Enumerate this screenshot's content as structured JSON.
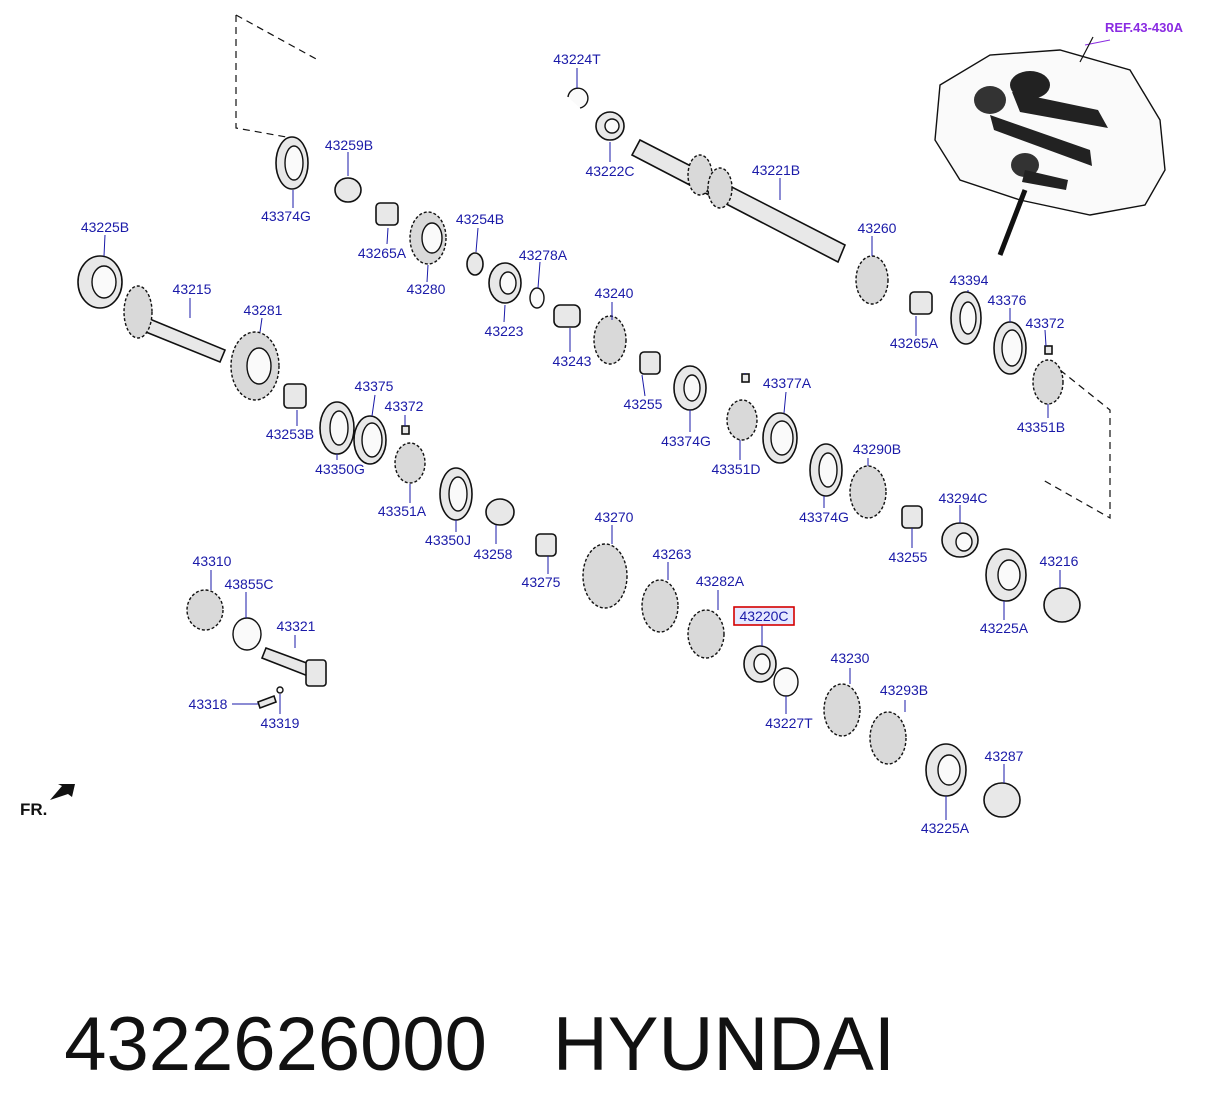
{
  "diagram": {
    "ref_label": "REF.43-430A",
    "front_label": "FR.",
    "highlighted_part": "43220C",
    "part_labels": [
      "43224T",
      "43259B",
      "43374G",
      "43222C",
      "43221B",
      "43225B",
      "43254B",
      "43265A",
      "43278A",
      "43215",
      "43280",
      "43260",
      "43281",
      "43223",
      "43240",
      "43394",
      "43376",
      "43265A",
      "43372",
      "43243",
      "43375",
      "43372",
      "43377A",
      "43255",
      "43253B",
      "43351B",
      "43374G",
      "43350G",
      "43351D",
      "43290B",
      "43351A",
      "43374G",
      "43294C",
      "43350J",
      "43258",
      "43270",
      "43255",
      "43275",
      "43263",
      "43216",
      "43310",
      "43855C",
      "43282A",
      "43225A",
      "43220C",
      "43321",
      "43230",
      "43293B",
      "43318",
      "43319",
      "43227T",
      "43287",
      "43225A"
    ]
  },
  "footer": {
    "part_number": "4322626000",
    "brand": "HYUNDAI"
  }
}
